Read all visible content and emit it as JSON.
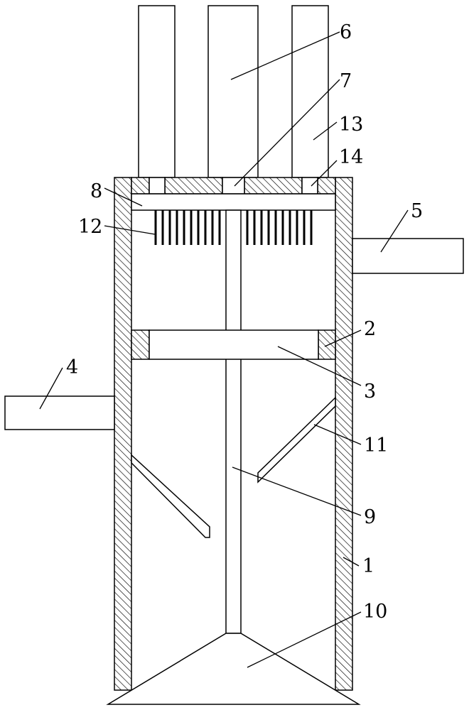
{
  "callouts": [
    {
      "id": "6",
      "text": "6"
    },
    {
      "id": "7",
      "text": "7"
    },
    {
      "id": "13",
      "text": "13"
    },
    {
      "id": "14",
      "text": "14"
    },
    {
      "id": "8",
      "text": "8"
    },
    {
      "id": "12",
      "text": "12"
    },
    {
      "id": "5",
      "text": "5"
    },
    {
      "id": "2",
      "text": "2"
    },
    {
      "id": "3",
      "text": "3"
    },
    {
      "id": "4",
      "text": "4"
    },
    {
      "id": "11",
      "text": "11"
    },
    {
      "id": "9",
      "text": "9"
    },
    {
      "id": "1",
      "text": "1"
    },
    {
      "id": "10",
      "text": "10"
    }
  ]
}
